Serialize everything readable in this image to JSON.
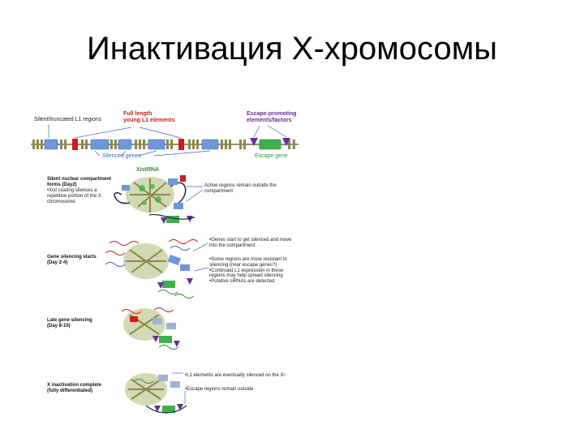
{
  "slide": {
    "title": "Инактивация X-хромосомы"
  },
  "top_labels": {
    "l1_truncated": "Silent/truncated L1 regions",
    "full_length": [
      "Full length",
      "young L1 elements"
    ],
    "escape_promoting": [
      "Escape-promoting",
      "elements/factors"
    ],
    "silenced_genes": "Silenced genes",
    "escape_gene": "Escape gene",
    "xist": "XistRNA"
  },
  "stages": [
    {
      "title": [
        "Silent nuclear compartment",
        "forms (Day2)"
      ],
      "bullets": [
        "•Xist coating silences a",
        "repetitive portion of the X",
        "chromosome"
      ],
      "notes": [
        "Active regions remain outside the",
        "compartment"
      ]
    },
    {
      "title": [
        "Gene silencing starts",
        "(Day 2-4)"
      ],
      "bullets": [],
      "notes": [
        "•Genes start to get silenced and move",
        "into the compartment",
        "•Some regions are more resistant to",
        "silencing (near escape genes?)",
        "•Continued L1 expression in these",
        "regions may help spread silencing",
        "•Putative siRNAs are detected"
      ]
    },
    {
      "title": [
        "Late gene silencing",
        "(Day 8-10)"
      ],
      "bullets": [],
      "notes": []
    },
    {
      "title": [
        "X inactivation complete",
        "(fully differentiated)"
      ],
      "bullets": [],
      "notes": [
        "•L1 elements are eventually silenced on the Xi",
        "•Escape regions remain outside"
      ]
    }
  ],
  "colors": {
    "red": "#d01c1c",
    "purple": "#6a2c9b",
    "blue": "#6f97db",
    "green": "#3fb04a",
    "olive": "#8a8a4a",
    "line": "#3b67c7"
  }
}
